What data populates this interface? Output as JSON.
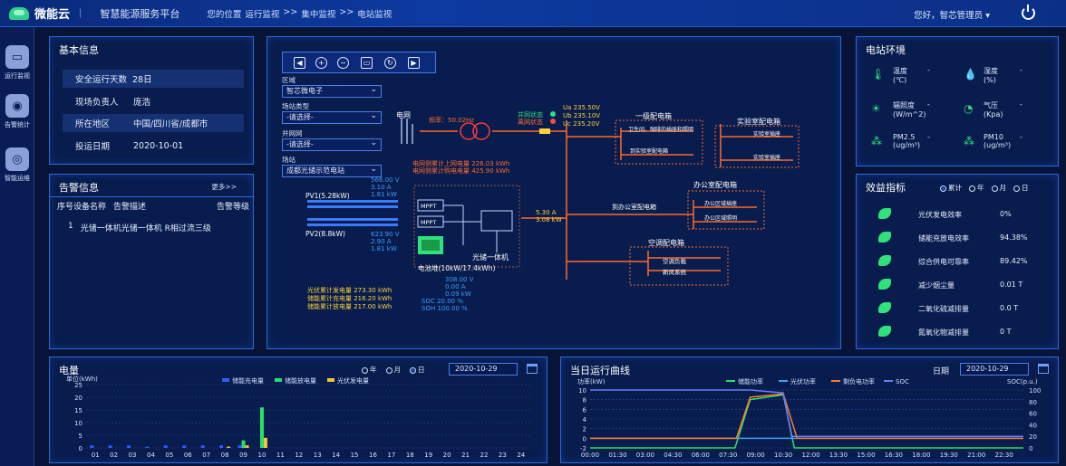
{
  "header": {
    "app_name": "微能云",
    "platform": "智慧能源服务平台",
    "breadcrumb": [
      "您的位置",
      "运行监视",
      ">>",
      "集中监视",
      ">>",
      "电站监视"
    ],
    "user": "您好，智芯管理员"
  },
  "nav": [
    {
      "label": "运行监视",
      "icon": "monitor-icon"
    },
    {
      "label": "告警统计",
      "icon": "alarm-icon"
    },
    {
      "label": "智能运维",
      "icon": "maintenance-icon"
    }
  ],
  "basic": {
    "title": "基本信息",
    "rows": [
      {
        "k": "安全运行天数",
        "v": "28日"
      },
      {
        "k": "现场负责人",
        "v": "庞浩"
      },
      {
        "k": "所在地区",
        "v": "中国/四川省/成都市"
      },
      {
        "k": "投运日期",
        "v": "2020-10-01"
      }
    ]
  },
  "alarm": {
    "title": "告警信息",
    "more": "更多>>",
    "cols": [
      "序号",
      "设备名称",
      "告警描述",
      "告警等级"
    ],
    "rows": [
      {
        "no": "1",
        "text": "光储一体机光储一体机 R相过流三级"
      }
    ]
  },
  "filters": {
    "area_label": "区域",
    "area": "智芯微电子",
    "type_label": "场站类型",
    "type": "-请选择-",
    "grid_label": "并网网",
    "grid": "-请选择-",
    "station_label": "场站",
    "station": "成都光储示范电站"
  },
  "diagram": {
    "grid": "电网",
    "freq": "频率：50.02Hz",
    "sw1": "并网状态",
    "sw2": "离网状态",
    "ua": "Ua  235.50V",
    "ub": "Ub  235.10V",
    "uc": "Uc  235.20V",
    "meter1": "电网侧累计上网电量   226.03 kWh",
    "meter2": "电网侧累计购电电量   425.90 kWh",
    "pv1": "PV1(5.28kW)",
    "pv1v": "566.00 V",
    "pv1a": "3.10   A",
    "pv1k": "1.81   kW",
    "pv2": "PV2(8.8kW)",
    "pv2v": "623.90 V",
    "pv2a": "2.90   A",
    "pv2k": "1.81   kW",
    "mppt": "MPPT",
    "bus_a": "5.30  A",
    "bus_k": "3.08  kW",
    "inverter": "光储一体机",
    "battery": "电池堆(10kW/17.4kWh)",
    "bat_v": "308.00 V",
    "bat_a": "0.00   A",
    "bat_k": "0.09   kW",
    "soc": "SOC      20.00  %",
    "soh": "SOH      100.00 %",
    "acc1": "光伏累计发电量   273.30 kWh",
    "acc2": "储能累计充电量   216.20 kWh",
    "acc3": "储能累计放电量   217.00 kWh",
    "box1": "一级配电箱",
    "box1a": "卫生间、咖啡的插座和照明",
    "box1b": "到实验室配电箱",
    "box2": "实验室配电箱",
    "box2a": "实验室插座",
    "box2b": "实验室插座",
    "box3": "办公室配电箱",
    "box3f": "到办公室配电箱",
    "box3a": "办公区域插座",
    "box3b": "办公区域照明",
    "box4": "空调配电箱",
    "box4a": "空调负载",
    "box4b": "新风系统"
  },
  "env": {
    "title": "电站环境",
    "items": [
      {
        "k": "温度",
        "u": "(℃)",
        "v": "-"
      },
      {
        "k": "湿度",
        "u": "(%)",
        "v": "-"
      },
      {
        "k": "辐照度",
        "u": "(W/m^2)",
        "v": "-"
      },
      {
        "k": "气压",
        "u": "(Kpa)",
        "v": "-"
      },
      {
        "k": "PM2.5",
        "u": "(ug/m³)",
        "v": "-"
      },
      {
        "k": "PM10",
        "u": "(ug/m³)",
        "v": "-"
      }
    ]
  },
  "eff": {
    "title": "效益指标",
    "ranges": [
      "累计",
      "年",
      "月",
      "日"
    ],
    "rows": [
      {
        "k": "光伏发电效率",
        "v": "0%"
      },
      {
        "k": "储能充放电效率",
        "v": "94.38%"
      },
      {
        "k": "综合供电可靠率",
        "v": "89.42%"
      },
      {
        "k": "减少烟尘量",
        "v": "0.01 T"
      },
      {
        "k": "二氧化硫减排量",
        "v": "0.0 T"
      },
      {
        "k": "氮氧化物减排量",
        "v": "0 T"
      }
    ]
  },
  "energy": {
    "title": "电量",
    "ranges": [
      "年",
      "月",
      "日"
    ],
    "date": "2020-10-29",
    "unit": "单位(kWh)"
  },
  "curve": {
    "title": "当日运行曲线",
    "date_label": "日期",
    "date": "2020-10-29"
  },
  "chart_data": [
    {
      "type": "bar",
      "title": "电量",
      "ylabel": "单位(kWh)",
      "ylim": [
        0,
        25
      ],
      "categories": [
        "01",
        "02",
        "03",
        "04",
        "05",
        "06",
        "07",
        "08",
        "09",
        "10",
        "11",
        "12",
        "13",
        "14",
        "15",
        "16",
        "17",
        "18",
        "19",
        "20",
        "21",
        "22",
        "23",
        "24"
      ],
      "series": [
        {
          "name": "储能充电量",
          "color": "#2f5bff",
          "values": [
            1,
            1,
            1,
            0.5,
            1,
            1,
            1,
            1,
            1,
            0,
            0,
            0,
            0,
            0,
            0,
            0,
            0,
            0,
            0,
            0,
            0,
            0,
            0,
            0
          ]
        },
        {
          "name": "储能放电量",
          "color": "#29e06a",
          "values": [
            0,
            0,
            0,
            0,
            0,
            0,
            0,
            0,
            3,
            16,
            0,
            0,
            0,
            0,
            0,
            0,
            0,
            0,
            0,
            0,
            0,
            0,
            0,
            0
          ]
        },
        {
          "name": "光伏发电量",
          "color": "#f5c23a",
          "values": [
            0,
            0,
            0,
            0,
            0,
            0,
            0,
            0.5,
            1,
            4,
            0,
            0,
            0,
            0,
            0,
            0,
            0,
            0,
            0,
            0,
            0,
            0,
            0,
            0
          ]
        }
      ]
    },
    {
      "type": "line",
      "title": "当日运行曲线",
      "ylabel": "功率(kW)",
      "y2label": "SOC(p.u.)",
      "ylim": [
        -2,
        10
      ],
      "y2lim": [
        0,
        100
      ],
      "x": [
        "00:00",
        "01:30",
        "03:00",
        "04:30",
        "06:00",
        "07:30",
        "09:00",
        "10:30",
        "12:00",
        "13:30",
        "15:00",
        "16:30",
        "18:00",
        "19:30",
        "21:00",
        "22:30"
      ],
      "series": [
        {
          "name": "储能功率",
          "color": "#29e06a",
          "points": [
            [
              0,
              -2
            ],
            [
              5.25,
              -2
            ],
            [
              5.8,
              8
            ],
            [
              7.0,
              9
            ],
            [
              7.4,
              -2
            ],
            [
              15.7,
              -2
            ]
          ]
        },
        {
          "name": "光伏功率",
          "color": "#3aa0ff",
          "points": [
            [
              0,
              0
            ],
            [
              15.7,
              0
            ]
          ]
        },
        {
          "name": "剩负电功率",
          "color": "#ff7a2a",
          "points": [
            [
              0,
              0
            ],
            [
              5.3,
              0
            ],
            [
              5.8,
              8.5
            ],
            [
              7.0,
              9.2
            ],
            [
              7.5,
              0
            ],
            [
              15.7,
              0
            ]
          ]
        },
        {
          "name": "SOC",
          "color": "#6a7cff",
          "axis": "right",
          "points": [
            [
              0,
              100
            ],
            [
              5.8,
              100
            ],
            [
              7.0,
              95
            ],
            [
              7.3,
              20
            ],
            [
              15.7,
              20
            ]
          ]
        }
      ]
    }
  ]
}
